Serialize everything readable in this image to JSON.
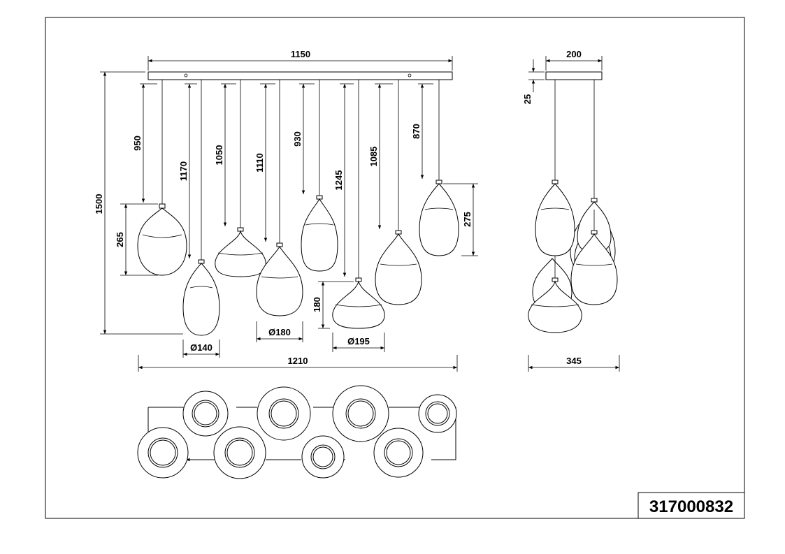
{
  "product_code": "317000832",
  "colors": {
    "line": "#000000",
    "background": "#ffffff"
  },
  "front_view": {
    "canopy_length": "1150",
    "overall_height": "1500",
    "overall_width": "1210",
    "cable_lengths": [
      "950",
      "1170",
      "1050",
      "1110",
      "930",
      "1245",
      "1085",
      "870"
    ],
    "shade_heights": [
      "265",
      "180",
      "275"
    ],
    "shade_diameters": [
      "Ø140",
      "Ø180",
      "Ø195"
    ]
  },
  "side_view": {
    "canopy_width": "200",
    "canopy_height": "25",
    "overall_depth": "345"
  }
}
